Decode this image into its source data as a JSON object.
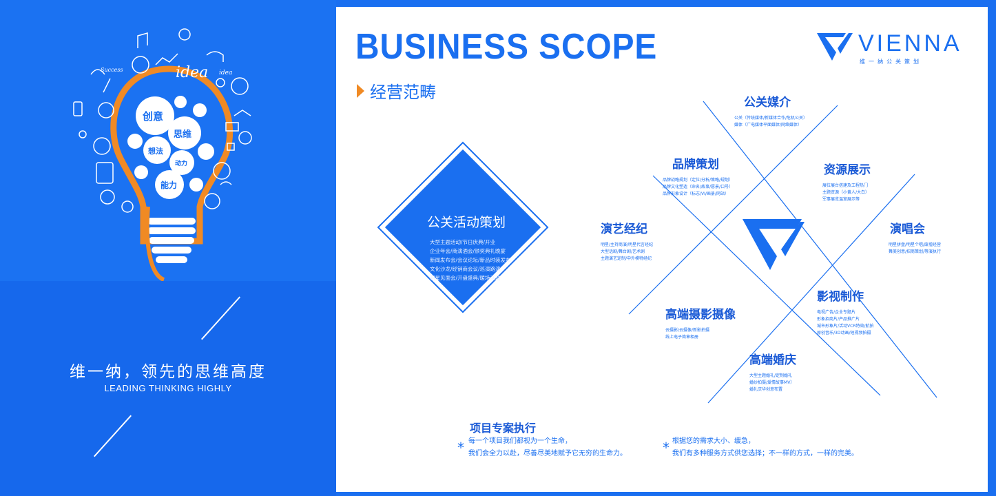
{
  "left": {
    "bulb_words": [
      "创意",
      "思维",
      "想法",
      "动力",
      "能力"
    ],
    "doodle_words": [
      "idea",
      "Success",
      "idea"
    ],
    "tagline_cn": "维一纳，领先的思维高度",
    "tagline_en": "LEADING THINKING HIGHLY"
  },
  "card": {
    "title_en": "BUSINESS SCOPE",
    "subtitle_cn": "经营范畴",
    "brand": {
      "word": "VIENNA",
      "sub": "维一纳公关策划"
    },
    "diamond": {
      "title": "公关活动策划",
      "lines": [
        "大型主题活动/节日庆典/开业",
        "企业年会/商演酒会/颁奖典礼晚宴",
        "新闻发布会/会议论坛/新品时装发布",
        "文化沙龙/经销商会议/巡演路演",
        "明星见面会/开盘盛典/暖场活动"
      ]
    },
    "nodes": [
      {
        "key": "media",
        "title": "公关媒介",
        "lines": [
          "公关（传统媒体/新媒体合作/危机公关）",
          "媒体（广电媒体平面媒体/网络媒体）"
        ]
      },
      {
        "key": "brand",
        "title": "品牌策划",
        "lines": [
          "品牌战略规划（定位/分析/策略/规划）",
          "品牌文化塑造（命名/故事/愿景/口号）",
          "品牌形象设计（标志/VI/画册/网站）"
        ]
      },
      {
        "key": "resource",
        "title": "资源展示",
        "lines": [
          "展位展台搭建及工程热门",
          "主题资源（小黄人/大白）",
          "军事展览温室展示等"
        ]
      },
      {
        "key": "artist",
        "title": "演艺经纪",
        "lines": [
          "明星/主持商演/明星代言经纪",
          "大型话剧/舞台剧/艺术剧",
          "主题演艺定制/中外模特经纪"
        ]
      },
      {
        "key": "concert",
        "title": "演唱会",
        "lines": [
          "明星拼盘/明星个唱/废墟经营",
          "舞美创意/招商策划/等演执行"
        ]
      },
      {
        "key": "film",
        "title": "影视制作",
        "lines": [
          "电视广告/企业专题片",
          "形象招商片/产品推广片",
          "城市形象片/活动VCR特效/航拍",
          "原创音乐/3D动画/短视频拍摄"
        ]
      },
      {
        "key": "photo",
        "title": "高端摄影摄像",
        "lines": [
          "云摄影/云摄像/新影拍摄",
          "线上电子简章相册"
        ]
      },
      {
        "key": "wedding",
        "title": "高端婚庆",
        "lines": [
          "大型主题婚礼/定制婚礼",
          "婚纱拍摄/爱情故事MV）",
          "婚礼庆华创意布置"
        ]
      }
    ],
    "execution": {
      "title": "项目专案执行",
      "note1": [
        "每一个项目我们都视为一个生命，",
        "我们会全力以赴，尽善尽美地赋予它无穷的生命力。"
      ],
      "note2": [
        "根据您的需求大小、缓急，",
        "我们有多种服务方式供您选择；不一样的方式，一样的完美。"
      ]
    }
  },
  "colors": {
    "brand_blue": "#1a6ff0",
    "accent_orange": "#f08a24",
    "white": "#ffffff"
  }
}
